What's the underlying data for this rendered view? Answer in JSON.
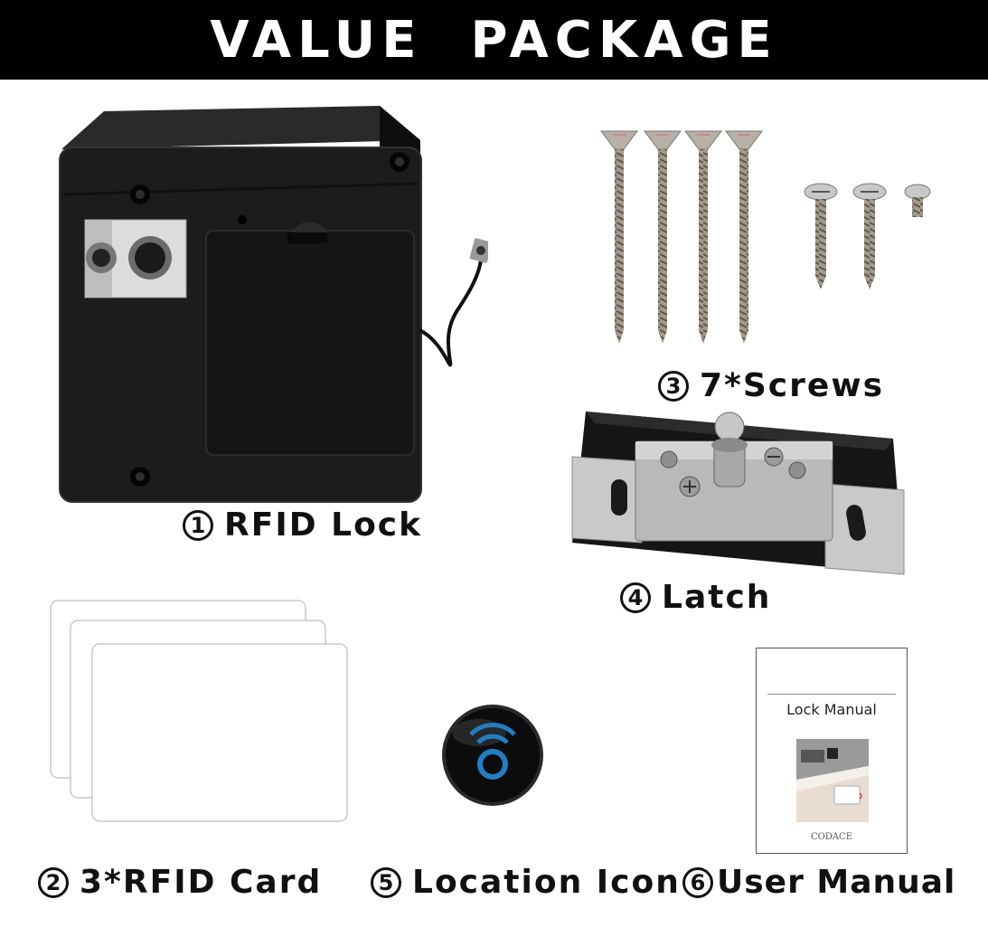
{
  "banner": {
    "title": "VALUE  PACKAGE"
  },
  "items": [
    {
      "number": "1",
      "label": "RFID Lock",
      "icon": "rfid-lock"
    },
    {
      "number": "2",
      "label": "3*RFID Card",
      "icon": "rfid-card"
    },
    {
      "number": "3",
      "label": "7*Screws",
      "icon": "screws"
    },
    {
      "number": "4",
      "label": "Latch",
      "icon": "latch"
    },
    {
      "number": "5",
      "label": "Location Icon",
      "icon": "location-sticker"
    },
    {
      "number": "6",
      "label": "User Manual",
      "icon": "manual"
    }
  ],
  "manual": {
    "title": "Lock Manual",
    "brand": "CODACE"
  },
  "colors": {
    "banner": "#000000",
    "lock_body": "#1a1a1a",
    "nfc_blue": "#1e7fc4",
    "text": "#111111"
  }
}
